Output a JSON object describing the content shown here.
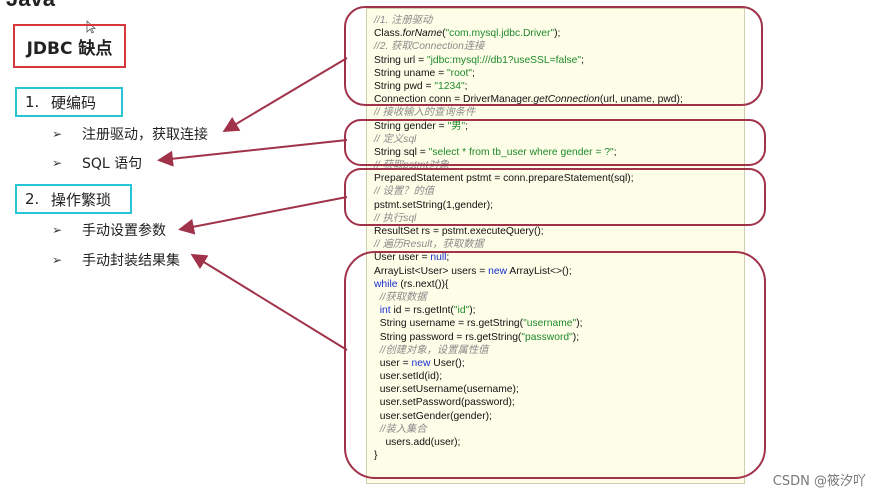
{
  "slide": {
    "top_fragment": "Java",
    "title": "JDBC 缺点",
    "sections": [
      {
        "number": "1.",
        "heading": "硬编码",
        "items": [
          "注册驱动，获取连接",
          "SQL 语句"
        ]
      },
      {
        "number": "2.",
        "heading": "操作繁琐",
        "items": [
          "手动设置参数",
          "手动封装结果集"
        ]
      }
    ],
    "bullet_glyph": "➢"
  },
  "code": {
    "lines": [
      "//1. 注册驱动",
      "Class.forName(\"com.mysql.jdbc.Driver\");",
      "//2. 获取Connection连接",
      "String url = \"jdbc:mysql:///db1?useSSL=false\";",
      "String uname = \"root\";",
      "String pwd = \"1234\";",
      "Connection conn = DriverManager.getConnection(url, uname, pwd);",
      "// 接收输入的查询条件",
      "String gender = \"男\";",
      "// 定义sql",
      "String sql = \"select * from tb_user where gender = ?\";",
      "// 获取pstmt对象",
      "PreparedStatement pstmt = conn.prepareStatement(sql);",
      "// 设置？的值",
      "pstmt.setString(1,gender);",
      "// 执行sql",
      "ResultSet rs = pstmt.executeQuery();",
      "// 遍历Result，获取数据",
      "User user = null;",
      "ArrayList<User> users = new ArrayList<>();",
      "while (rs.next()){",
      "  //获取数据",
      "  int id = rs.getInt(\"id\");",
      "  String username = rs.getString(\"username\");",
      "  String password = rs.getString(\"password\");",
      "  //创建对象，设置属性值",
      "  user = new User();",
      "  user.setId(id);",
      "  user.setUsername(username);",
      "  user.setPassword(password);",
      "  user.setGender(gender);",
      "  //装入集合",
      "    users.add(user);",
      "}"
    ]
  },
  "watermark": "CSDN @筱汐吖",
  "colors": {
    "title_border": "#d9363e",
    "heading_border": "#26c6d6",
    "annotation": "#a0324a",
    "code_bg": "#fdfde8",
    "string": "#1f8a2a",
    "keyword": "#1a2fd0",
    "comment": "#8a8a8a"
  }
}
